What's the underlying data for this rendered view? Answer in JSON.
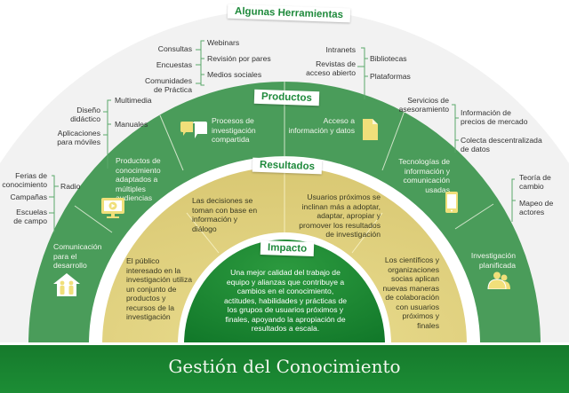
{
  "footer": {
    "title": "Gestión del Conocimiento"
  },
  "banners": {
    "herramientas": "Algunas Herramientas",
    "productos": "Productos",
    "resultados": "Resultados",
    "impacto": "Impacto"
  },
  "tools": {
    "top_left_a": [
      "Consultas",
      "Encuestas",
      "Comunidades",
      "de Práctica"
    ],
    "top_left_b": [
      "Webinars",
      "Revisión por pares",
      "Medios sociales"
    ],
    "top_right_a": [
      "Intranets",
      "Revistas de",
      "acceso abierto"
    ],
    "top_right_b": [
      "Bibliotecas",
      "Plataformas"
    ],
    "mid_left_a": [
      "Diseño",
      "didáctico",
      "Aplicaciones",
      "para móviles"
    ],
    "mid_left_b": [
      "Multimedia",
      "Manuales"
    ],
    "mid_right_a": [
      "Servicios de",
      "asesoramiento"
    ],
    "mid_right_b": [
      "Información de",
      "precios de mercado",
      "Colecta descentralizada",
      "de datos"
    ],
    "low_left_a": [
      "Ferias de",
      "conocimiento",
      "Campañas",
      "Escuelas",
      "de campo"
    ],
    "low_left_b": [
      "Radio"
    ],
    "low_right": [
      "Teoría de",
      "cambio",
      "Mapeo de",
      "actores"
    ]
  },
  "productos": [
    {
      "label": "Comunicación para el desarrollo",
      "icon": "house-people-icon"
    },
    {
      "label": "Productos de conocimiento adaptados a múltiples audiencias",
      "icon": "monitor-play-icon"
    },
    {
      "label": "Procesos de investigación compartida",
      "icon": "speech-bubbles-icon"
    },
    {
      "label": "Acceso a información y datos",
      "icon": "document-icon"
    },
    {
      "label": "Tecnologías de información y comunicación usadas",
      "icon": "mobile-icon"
    },
    {
      "label": "Investigación planificada",
      "icon": "people-group-icon"
    }
  ],
  "resultados": [
    "El público interesado en la investigación utiliza un conjunto de productos y recursos de la investigación",
    "Las decisiones se toman con base en información y diálogo",
    "Usuarios próximos se inclinan más a adoptar, adaptar, apropiar y promover los resultados de investigación",
    "Los científicos y organizaciones socias aplican nuevas maneras de colaboración con usuarios próximos y finales"
  ],
  "impacto": "Una mejor calidad del trabajo de equipo y alianzas que contribuye a cambios en el conocimiento, actitudes, habilidades y prácticas de los grupos de usuarios próximos y finales, apoyando la apropiación de resultados a escala.",
  "colors": {
    "green_ring": "#4a9c5a",
    "yellow_ring": "#e2d27c",
    "center_green": "#1e8a34",
    "banner_text": "#1f8a3c",
    "icon_yellow": "#f0df7a"
  }
}
